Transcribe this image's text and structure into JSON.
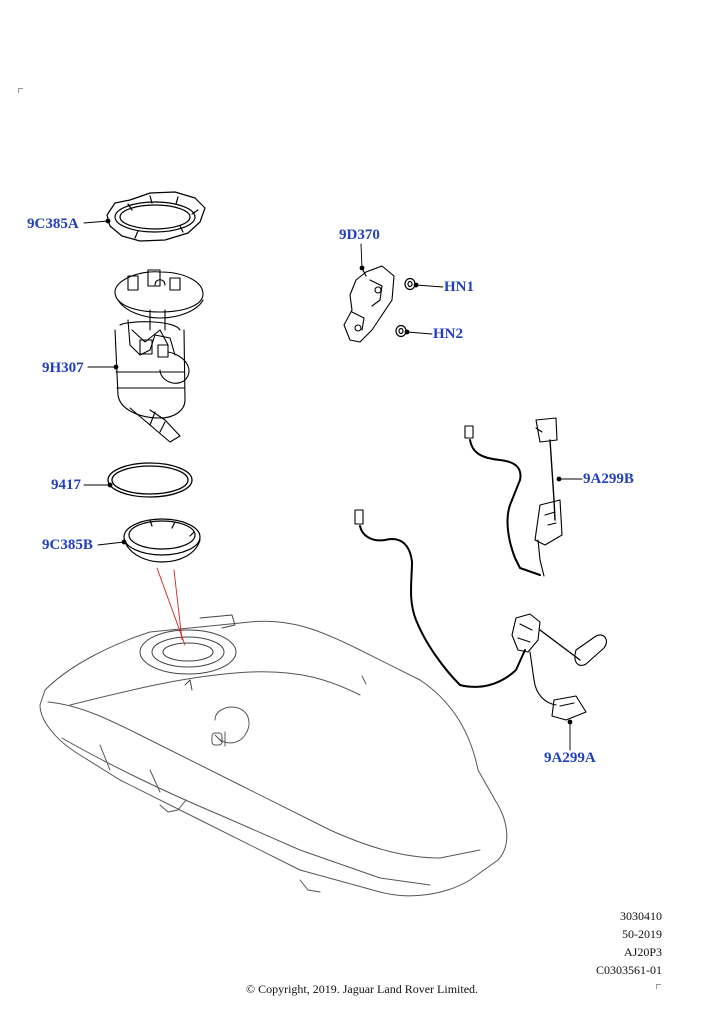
{
  "parts": {
    "ring_top": "9C385A",
    "pump_module": "9H307",
    "seal": "9417",
    "ring_bottom": "9C385B",
    "bracket": "9D370",
    "nut_1": "HN1",
    "nut_2": "HN2",
    "sender_b": "9A299B",
    "sender_a": "9A299A"
  },
  "meta": {
    "line1": "3030410",
    "line2": "50-2019",
    "line3": "AJ20P3",
    "line4": "C0303561-01"
  },
  "copyright": "© Copyright, 2019. Jaguar Land Rover Limited.",
  "colors": {
    "label": "#1f3fbf",
    "line": "#000000",
    "tank_line": "#555555",
    "red_line": "#d22222"
  }
}
